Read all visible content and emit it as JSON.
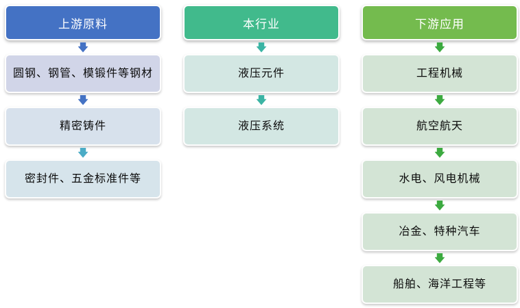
{
  "diagram_title": "industry-chain-flowchart",
  "background_color": "#ffffff",
  "columns": [
    {
      "id": "upstream",
      "header": {
        "label": "上游原料",
        "color": "#4472C4",
        "text_color": "#ffffff"
      },
      "items": [
        {
          "label": "圆钢、钢管、模锻件等钢材",
          "fill": "#D1D5E8",
          "arrow_color": "#4472C4"
        },
        {
          "label": "精密铸件",
          "fill": "#D7E1EC",
          "arrow_color": "#4472C4"
        },
        {
          "label": "密封件、五金标准件等",
          "fill": "#D6E4EB",
          "arrow_color": "#4BACC6"
        }
      ]
    },
    {
      "id": "industry",
      "header": {
        "label": "本行业",
        "color": "#41BA8C",
        "text_color": "#ffffff"
      },
      "items": [
        {
          "label": "液压元件",
          "fill": "#D3E7E3",
          "arrow_color": "#3BB4A4"
        },
        {
          "label": "液压系统",
          "fill": "#D3E7E3",
          "arrow_color": "#3BB4A4"
        }
      ]
    },
    {
      "id": "downstream",
      "header": {
        "label": "下游应用",
        "color": "#74BB4E",
        "text_color": "#ffffff"
      },
      "items": [
        {
          "label": "工程机械",
          "fill": "#D3E4D5",
          "arrow_color": "#3CAA40"
        },
        {
          "label": "航空航天",
          "fill": "#D3E4D5",
          "arrow_color": "#3CAA40"
        },
        {
          "label": "水电、风电机械",
          "fill": "#D3E4D5",
          "arrow_color": "#3CAA40"
        },
        {
          "label": "冶金、特种汽车",
          "fill": "#D3E4D5",
          "arrow_color": "#3CAA40"
        },
        {
          "label": "船舶、海洋工程等",
          "fill": "#D3E4D5",
          "arrow_color": "#3CAA40"
        }
      ]
    }
  ]
}
